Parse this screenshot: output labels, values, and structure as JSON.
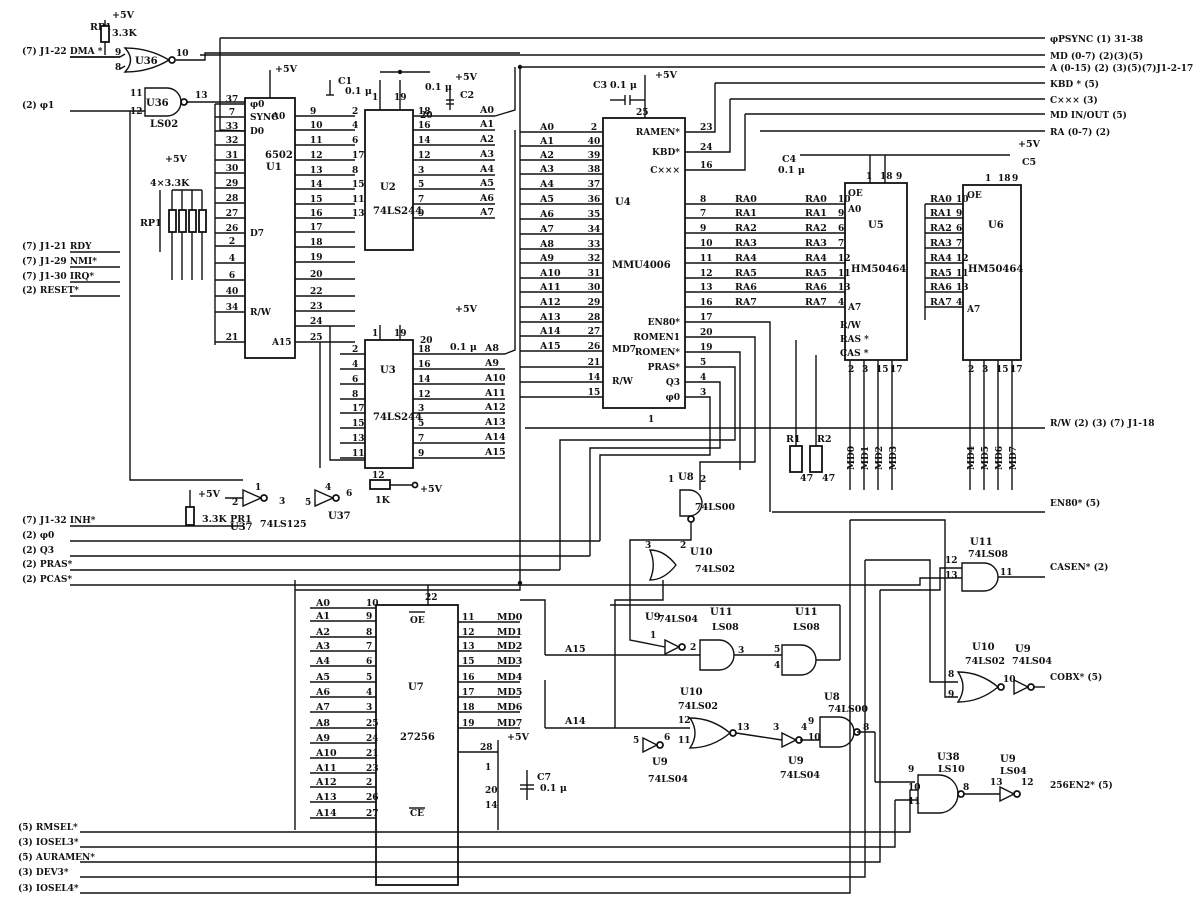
{
  "chips": {
    "u1": {
      "name": "U1",
      "part": "6502"
    },
    "u2": {
      "name": "U2",
      "part": "74LS244"
    },
    "u3": {
      "name": "U3",
      "part": "74LS244"
    },
    "u4": {
      "name": "U4",
      "part": "MMU4006"
    },
    "u5": {
      "name": "U5",
      "part": "HM50464"
    },
    "u6": {
      "name": "U6",
      "part": "HM50464"
    },
    "u7": {
      "name": "U7",
      "part": "27256"
    }
  },
  "right_buses": [
    "φPSYNC (1) 31-38",
    "MD (0-7) (2)(3)(5)",
    "A (0-15) (2) (3)(5)(7)J1-2-17",
    "KBD  * (5)",
    "C×××  (3)",
    "MD IN/OUT (5)",
    "RA (0-7)  (2)"
  ],
  "left_inputs": [
    "(7)  J1-22  DMA *",
    "(2)  φ1",
    "(7)  J1-21  RDY",
    "(7)  J1-29  NMI*",
    "(7)  J1-30  IRQ*",
    "(2)  RESET*",
    "(7)  J1-32  INH*",
    "(2)  φ0",
    "(2)  Q3",
    "(2)  PRAS*",
    "(2)  PCAS*"
  ],
  "bottom_inputs": [
    "(5)  RMSEL*",
    "(3)  IOSEL3*",
    "(5)  AURAMEN*",
    "(3)  DEV3*",
    "(3)  IOSEL4*"
  ],
  "right_outputs": [
    "R/W  (2)  (3)  (7)  J1-18",
    "EN80*  (5)",
    "CASEN*  (2)",
    "COBX*  (5)",
    "256EN2*  (5)"
  ],
  "misc": {
    "rp1": "RP1",
    "pr1": "3.3K  PR1",
    "r33k": "3.3K",
    "rp_array": "4×3.3K",
    "plus5v": "+5V",
    "c1": "C1",
    "c2": "C2",
    "c3": "C3",
    "c4": "C4",
    "c5": "C5",
    "c7": "C7",
    "cap01": "0.1 μ",
    "r1": "R1",
    "r2": "R2",
    "r47": "47",
    "r1k": "1K",
    "u36": "U36",
    "ls02": "LS02",
    "u37": "U37",
    "ls125": "74LS125",
    "ls00": "74LS00",
    "ls02b": "74LS02",
    "ls04": "74LS04",
    "ls08": "74LS08",
    "ls08b": "LS08",
    "ls10": "LS10",
    "ls04b": "LS04"
  }
}
